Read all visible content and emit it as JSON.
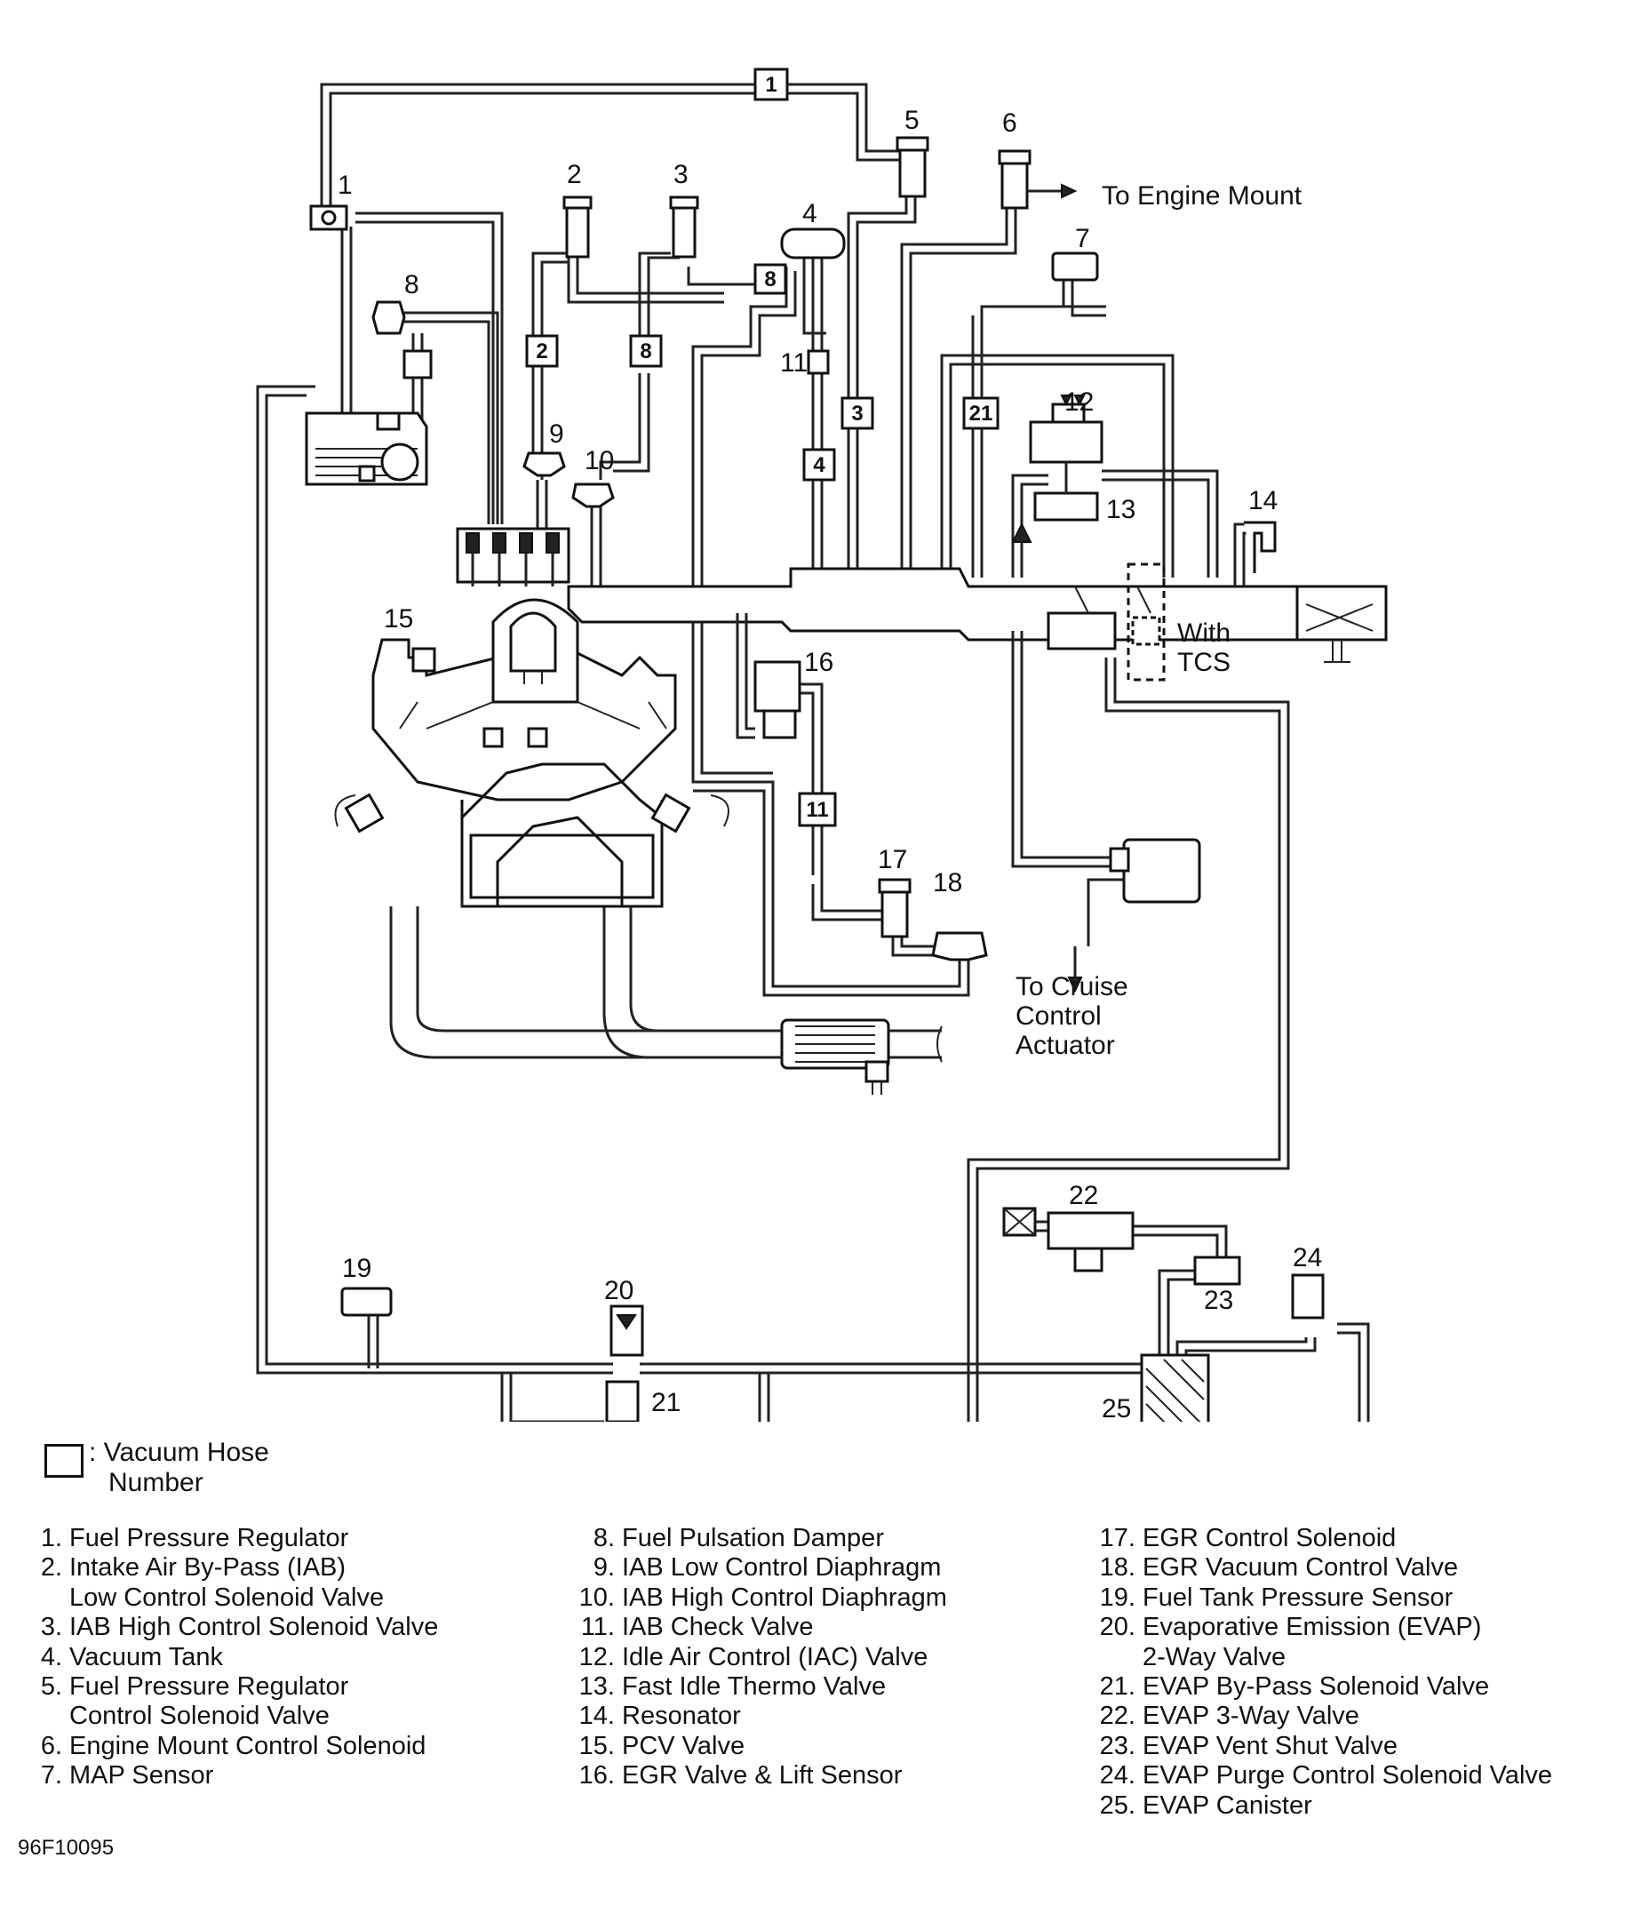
{
  "callouts": [
    {
      "n": "1"
    },
    {
      "n": "2"
    },
    {
      "n": "3"
    },
    {
      "n": "4"
    },
    {
      "n": "5"
    },
    {
      "n": "6"
    },
    {
      "n": "7"
    },
    {
      "n": "8"
    },
    {
      "n": "9"
    },
    {
      "n": "10"
    },
    {
      "n": "11"
    },
    {
      "n": "12"
    },
    {
      "n": "13"
    },
    {
      "n": "14"
    },
    {
      "n": "15"
    },
    {
      "n": "16"
    },
    {
      "n": "17"
    },
    {
      "n": "18"
    },
    {
      "n": "19"
    },
    {
      "n": "20"
    },
    {
      "n": "21"
    },
    {
      "n": "22"
    },
    {
      "n": "23"
    },
    {
      "n": "24"
    },
    {
      "n": "25"
    }
  ],
  "hose_numbers": [
    "1",
    "2",
    "8",
    "3",
    "21",
    "4",
    "11",
    "8"
  ],
  "annotations": {
    "engine_mount": "To Engine Mount",
    "with_tcs_1": "With",
    "with_tcs_2": "TCS",
    "cruise_1": "To Cruise",
    "cruise_2": "Control",
    "cruise_3": "Actuator"
  },
  "legend": {
    "symbol_label_1": ": Vacuum Hose",
    "symbol_label_2": "Number"
  },
  "components": [
    {
      "num": "1.",
      "lines": [
        "Fuel Pressure Regulator"
      ]
    },
    {
      "num": "2.",
      "lines": [
        "Intake Air By-Pass (IAB)",
        "Low Control Solenoid Valve"
      ]
    },
    {
      "num": "3.",
      "lines": [
        "IAB High Control Solenoid Valve"
      ]
    },
    {
      "num": "4.",
      "lines": [
        "Vacuum Tank"
      ]
    },
    {
      "num": "5.",
      "lines": [
        "Fuel Pressure Regulator",
        "Control Solenoid Valve"
      ]
    },
    {
      "num": "6.",
      "lines": [
        "Engine Mount Control Solenoid"
      ]
    },
    {
      "num": "7.",
      "lines": [
        "MAP Sensor"
      ]
    },
    {
      "num": "8.",
      "lines": [
        "Fuel Pulsation Damper"
      ]
    },
    {
      "num": "9.",
      "lines": [
        "IAB Low Control Diaphragm"
      ]
    },
    {
      "num": "10.",
      "lines": [
        "IAB High Control Diaphragm"
      ]
    },
    {
      "num": "11.",
      "lines": [
        "IAB Check Valve"
      ]
    },
    {
      "num": "12.",
      "lines": [
        "Idle Air Control (IAC) Valve"
      ]
    },
    {
      "num": "13.",
      "lines": [
        "Fast Idle Thermo Valve"
      ]
    },
    {
      "num": "14.",
      "lines": [
        "Resonator"
      ]
    },
    {
      "num": "15.",
      "lines": [
        "PCV Valve"
      ]
    },
    {
      "num": "16.",
      "lines": [
        "EGR Valve & Lift Sensor"
      ]
    },
    {
      "num": "17.",
      "lines": [
        "EGR Control Solenoid"
      ]
    },
    {
      "num": "18.",
      "lines": [
        "EGR Vacuum Control Valve"
      ]
    },
    {
      "num": "19.",
      "lines": [
        "Fuel Tank Pressure Sensor"
      ]
    },
    {
      "num": "20.",
      "lines": [
        "Evaporative Emission (EVAP)",
        "2-Way Valve"
      ]
    },
    {
      "num": "21.",
      "lines": [
        "EVAP By-Pass Solenoid Valve"
      ]
    },
    {
      "num": "22.",
      "lines": [
        "EVAP 3-Way Valve"
      ]
    },
    {
      "num": "23.",
      "lines": [
        "EVAP Vent Shut Valve"
      ]
    },
    {
      "num": "24.",
      "lines": [
        "EVAP Purge Control Solenoid Valve"
      ]
    },
    {
      "num": "25.",
      "lines": [
        "EVAP Canister"
      ]
    }
  ],
  "figure_code": "96F10095"
}
